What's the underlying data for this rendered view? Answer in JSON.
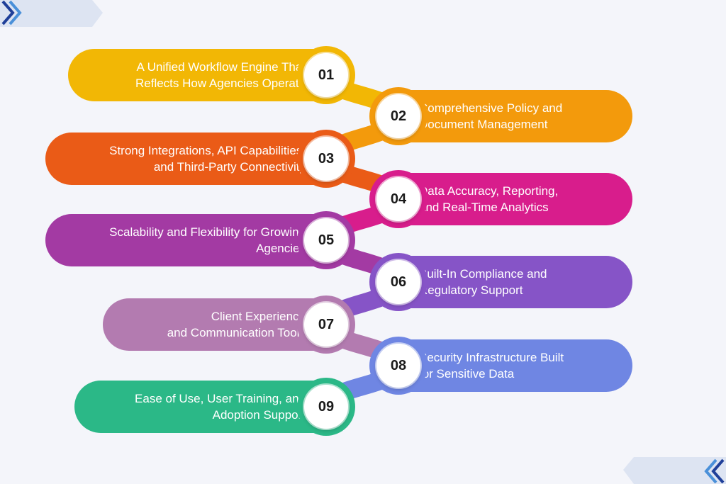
{
  "items": [
    {
      "number": "01",
      "text": "A Unified Workflow Engine That\nReflects How Agencies Operate",
      "side": "left",
      "color": "#f2b705"
    },
    {
      "number": "02",
      "text": "Comprehensive Policy and\nDocument Management",
      "side": "right",
      "color": "#f39a0c"
    },
    {
      "number": "03",
      "text": "Strong Integrations, API Capabilities,\nand Third-Party Connectivity",
      "side": "left",
      "color": "#ea5b17"
    },
    {
      "number": "04",
      "text": "Data Accuracy, Reporting,\nand Real-Time Analytics",
      "side": "right",
      "color": "#d81d8c"
    },
    {
      "number": "05",
      "text": "Scalability and Flexibility for Growing\nAgencies",
      "side": "left",
      "color": "#a33aa3"
    },
    {
      "number": "06",
      "text": "Built-In Compliance and\nRegulatory Support",
      "side": "right",
      "color": "#8654c7"
    },
    {
      "number": "07",
      "text": "Client Experience\nand Communication Tools",
      "side": "left",
      "color": "#b37bb0"
    },
    {
      "number": "08",
      "text": "Security Infrastructure Built\nfor Sensitive Data",
      "side": "right",
      "color": "#6f86e3"
    },
    {
      "number": "09",
      "text": "Ease of Use, User Training, and\nAdoption Support",
      "side": "left",
      "color": "#2bb887"
    }
  ],
  "decor": {
    "chevron_dark": "#1f3f99",
    "chevron_light": "#4a90d9",
    "band_color": "#dde4f2"
  }
}
